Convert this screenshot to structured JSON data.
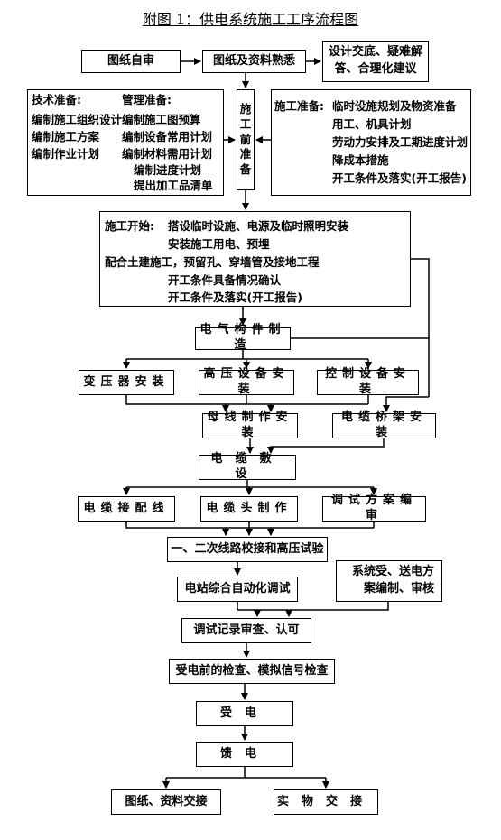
{
  "title": "附图 1：供电系统施工工序流程图",
  "boxes": {
    "drawing_self_review": "图纸自审",
    "drawing_familiarize": "图纸及资料熟悉",
    "design_disclosure_l1": "设计交底、疑难解",
    "design_disclosure_l2": "答、合理化建议",
    "construction_prep_vertical": [
      "施",
      "工",
      "前",
      "准",
      "备"
    ],
    "electrical_component_mfg": "电气构件制造",
    "transformer_install": "变压器安装",
    "hv_equipment_install": "高压设备安装",
    "control_equipment_install": "控制设备安装",
    "busbar_install": "母线制作安装",
    "cable_tray_install": "电缆桥架安装",
    "cable_laying": "电缆敷设",
    "cable_connection": "电缆接配线",
    "cable_head_making": "电缆头制作",
    "debug_plan": "调试方案编审",
    "secondary_line_test": "一、二次线路校接和高压试验",
    "station_auto_debug": "电站综合自动化调试",
    "power_scheme_l1": "系统受、送电方",
    "power_scheme_l2": "案编制、审核",
    "debug_record_review": "调试记录审查、认可",
    "pre_power_check": "受电前的检查、模拟信号检查",
    "power_receive": "受电",
    "power_feed": "馈电",
    "drawing_handover": "图纸、资料交接",
    "physical_handover": "实物交接"
  },
  "tech_prep": {
    "heading": "技术准备:",
    "items": [
      "编制施工组织设计",
      "编制施工方案",
      "编制作业计划"
    ]
  },
  "mgmt_prep": {
    "heading": "管理准备:",
    "items": [
      "编制施工图预算",
      "编制设备常用计划",
      "编制材料需用计划",
      "编制进度计划",
      "提出加工品清单"
    ]
  },
  "construction_prep": {
    "heading": "施工准备:",
    "items": [
      "临时设施规划及物资准备",
      "用工、机具计划",
      "劳动力安排及工期进度计划",
      "降成本措施",
      "开工条件及落实(开工报告)"
    ]
  },
  "construction_start": {
    "heading": "施工开始:",
    "items": [
      "搭设临时设施、电源及临时照明安装",
      "安装施工用电、预埋",
      "配合土建施工，预留孔、穿墙管及接地工程",
      "开工条件具备情况确认",
      "开工条件及落实(开工报告)"
    ]
  }
}
